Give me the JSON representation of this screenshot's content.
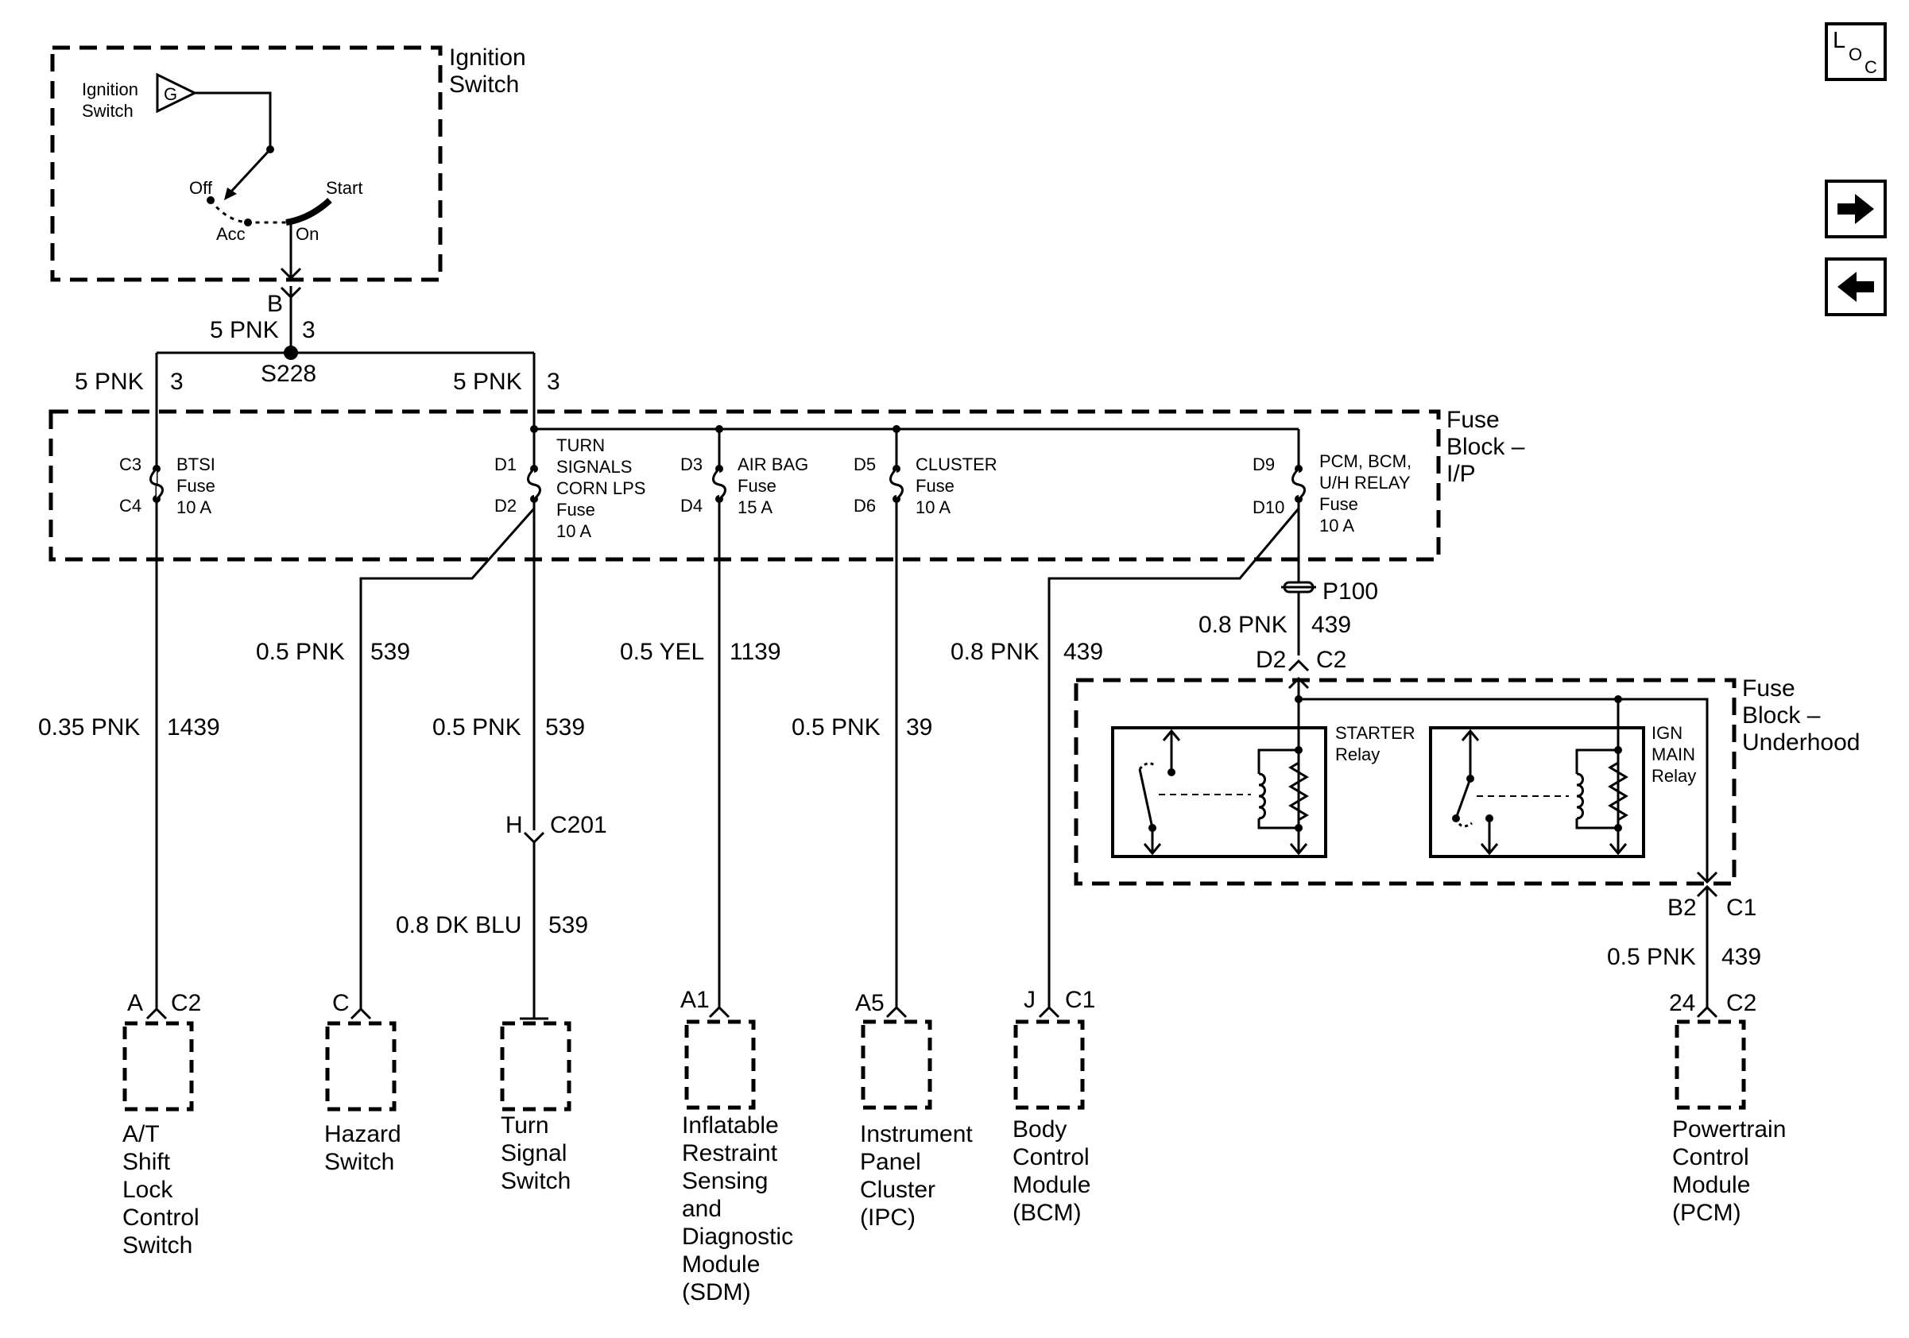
{
  "ignition": {
    "box_title": [
      "Ignition",
      "Switch"
    ],
    "switch_label": [
      "Ignition",
      "Switch"
    ],
    "ground_symbol": "G",
    "positions": {
      "off": "Off",
      "start": "Start",
      "acc": "Acc",
      "on": "On"
    }
  },
  "splice": {
    "connector_top": "B",
    "wire_top_label": "5 PNK",
    "wire_top_circuit": "3",
    "splice_id": "S228",
    "left_label": "5 PNK",
    "left_circuit": "3",
    "right_label": "5 PNK",
    "right_circuit": "3"
  },
  "fuse_block_ip": {
    "title": [
      "Fuse",
      "Block –",
      "I/P"
    ],
    "fuses": [
      {
        "in_pin": "C3",
        "out_pin": "C4",
        "name": [
          "BTSI",
          "Fuse",
          "10 A"
        ]
      },
      {
        "in_pin": "D1",
        "out_pin": "D2",
        "name": [
          "TURN",
          "SIGNALS",
          "CORN LPS",
          "Fuse",
          "10 A"
        ]
      },
      {
        "in_pin": "D3",
        "out_pin": "D4",
        "name": [
          "AIR BAG",
          "Fuse",
          "15 A"
        ]
      },
      {
        "in_pin": "D5",
        "out_pin": "D6",
        "name": [
          "CLUSTER",
          "Fuse",
          "10 A"
        ]
      },
      {
        "in_pin": "D9",
        "out_pin": "D10",
        "name": [
          "PCM, BCM,",
          "U/H RELAY",
          "Fuse",
          "10 A"
        ]
      }
    ]
  },
  "wires": {
    "w1439": {
      "label": "0.35 PNK",
      "circuit": "1439"
    },
    "w539_hazard": {
      "label": "0.5 PNK",
      "circuit": "539"
    },
    "w539_turn": {
      "label": "0.5 PNK",
      "circuit": "539"
    },
    "w1139": {
      "label": "0.5 YEL",
      "circuit": "1139"
    },
    "w39": {
      "label": "0.5 PNK",
      "circuit": "39"
    },
    "w439_bcm": {
      "label": "0.8 PNK",
      "circuit": "439"
    },
    "w439_p100": {
      "label": "0.8 PNK",
      "circuit": "439"
    },
    "w539_dkblu": {
      "label": "0.8 DK BLU",
      "circuit": "539"
    },
    "w439_pcm": {
      "label": "0.5 PNK",
      "circuit": "439"
    }
  },
  "connectors": {
    "p100": "P100",
    "c201_pin": "H",
    "c201": "C201",
    "uh_in_pin": "D2",
    "uh_in": "C2",
    "uh_out_pin": "B2",
    "uh_out": "C1"
  },
  "fuse_block_uh": {
    "title": [
      "Fuse",
      "Block –",
      "Underhood"
    ],
    "relays": [
      {
        "name": [
          "STARTER",
          "Relay"
        ]
      },
      {
        "name": [
          "IGN",
          "MAIN",
          "Relay"
        ]
      }
    ]
  },
  "components": [
    {
      "pin": "A",
      "conn": "C2",
      "name": [
        "A/T",
        "Shift",
        "Lock",
        "Control",
        "Switch"
      ]
    },
    {
      "pin": "C",
      "conn": "",
      "name": [
        "Hazard",
        "Switch"
      ]
    },
    {
      "pin": "",
      "conn": "",
      "name": [
        "Turn",
        "Signal",
        "Switch"
      ]
    },
    {
      "pin": "A1",
      "conn": "",
      "name": [
        "Inflatable",
        "Restraint",
        "Sensing",
        "and",
        "Diagnostic",
        "Module",
        "(SDM)"
      ]
    },
    {
      "pin": "A5",
      "conn": "",
      "name": [
        "Instrument",
        "Panel",
        "Cluster",
        "(IPC)"
      ]
    },
    {
      "pin": "J",
      "conn": "C1",
      "name": [
        "Body",
        "Control",
        "Module",
        "(BCM)"
      ]
    },
    {
      "pin": "24",
      "conn": "C2",
      "name": [
        "Powertrain",
        "Control",
        "Module",
        "(PCM)"
      ]
    }
  ],
  "nav": {
    "loc_main": "L",
    "loc_o": "O",
    "loc_c": "C",
    "next_icon": "arrow-right-icon",
    "prev_icon": "arrow-left-icon"
  }
}
